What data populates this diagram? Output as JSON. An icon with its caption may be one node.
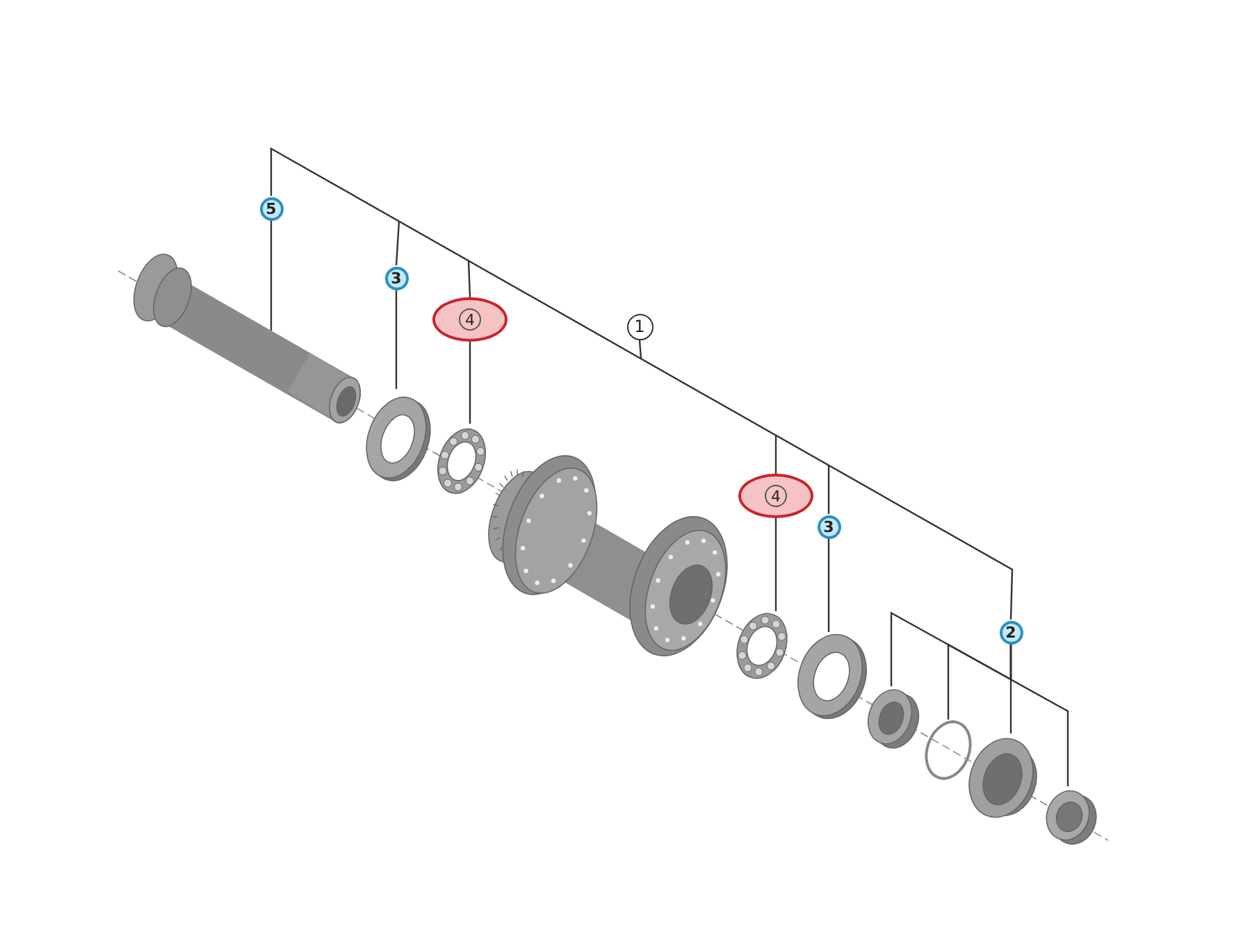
{
  "diagram": {
    "nodes": [
      {
        "text": [
          "5"
        ]
      },
      {
        "text": [
          "3"
        ]
      },
      {
        "text": [
          "4"
        ]
      },
      {
        "text": [
          "4"
        ]
      },
      {
        "text": [
          "3"
        ]
      },
      {
        "text": [
          "2"
        ]
      },
      {
        "text": [],
        "shape": "picture"
      },
      {
        "text": [],
        "shape": "picture"
      },
      {
        "text": [],
        "shape": "picture"
      },
      {
        "text": [],
        "shape": "picture"
      },
      {
        "text": [],
        "shape": "picture"
      },
      {
        "text": [],
        "shape": "picture"
      },
      {
        "text": [],
        "shape": "circle"
      },
      {
        "text": [],
        "shape": "picture"
      },
      {
        "text": [],
        "shape": "picture"
      }
    ],
    "edges": [
      {
        "from": 0,
        "to": 6,
        "arrow": "none"
      },
      {
        "from": 1,
        "to": 7,
        "arrow": "none"
      },
      {
        "from": 2,
        "to": 8,
        "arrow": "none"
      },
      {
        "from": 3,
        "to": 9,
        "arrow": "none"
      },
      {
        "from": 4,
        "to": 10,
        "arrow": "none"
      },
      {
        "from": 5,
        "to": 11,
        "arrow": "none"
      },
      {
        "from": 5,
        "to": 12,
        "arrow": "none"
      },
      {
        "from": 5,
        "to": 13,
        "arrow": "none"
      },
      {
        "from": 5,
        "to": 14,
        "arrow": "none"
      }
    ],
    "labels": [
      "1"
    ]
  }
}
